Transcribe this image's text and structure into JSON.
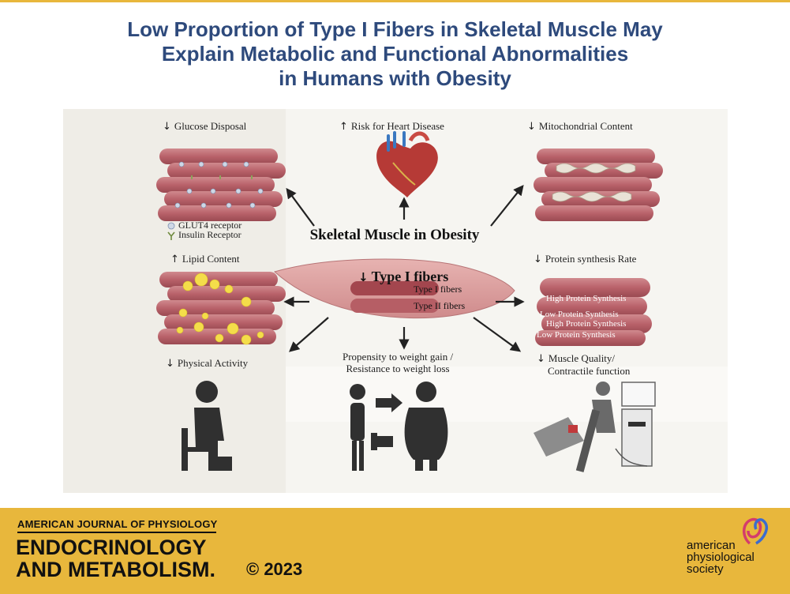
{
  "title": {
    "line1": "Low Proportion of Type I Fibers in Skeletal Muscle May",
    "line2": "Explain Metabolic and Functional Abnormalities",
    "line3": "in Humans with Obesity"
  },
  "diagram": {
    "center_title": "Skeletal Muscle in Obesity",
    "center_effect": "Type I fibers",
    "fiber_types": [
      "Type I fibers",
      "Type II fibers"
    ],
    "effects": [
      {
        "direction": "down",
        "label": "Glucose Disposal"
      },
      {
        "direction": "up",
        "label": "Risk for Heart Disease"
      },
      {
        "direction": "down",
        "label": "Mitochondrial Content"
      },
      {
        "direction": "up",
        "label": "Lipid Content"
      },
      {
        "direction": "down",
        "label": "Protein synthesis Rate"
      },
      {
        "direction": "down",
        "label": "Physical Activity"
      },
      {
        "direction": "none",
        "label_line1": "Propensity to weight gain /",
        "label_line2": "Resistance to weight loss"
      },
      {
        "direction": "down",
        "label_line1": "Muscle Quality/",
        "label_line2": "Contractile function"
      }
    ],
    "legend": [
      "GLUT4 receptor",
      "Insulin Receptor"
    ],
    "protein_synthesis_labels": [
      "High Protein Synthesis",
      "Low Protein Synthesis",
      "High Protein Synthesis",
      "Low Protein Synthesis"
    ],
    "arrow_symbols": {
      "up": "↑",
      "down": "↓"
    }
  },
  "footer": {
    "journal_line": "AMERICAN JOURNAL OF PHYSIOLOGY",
    "journal_name_line1": "ENDOCRINOLOGY",
    "journal_name_line2": "AND METABOLISM.",
    "copyright": "© 2023",
    "publisher_line1": "american",
    "publisher_line2": "physiological",
    "publisher_line3": "society"
  },
  "colors": {
    "title_blue": "#2e4a7c",
    "footer_gold": "#e8b73c",
    "muscle_red": "#b5575f",
    "panel_bg": "#efede7"
  }
}
